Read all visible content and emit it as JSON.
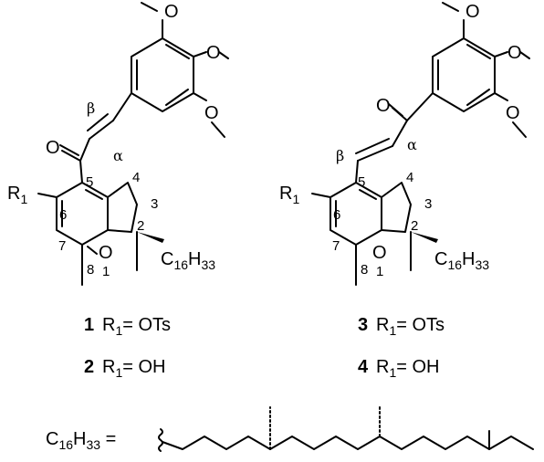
{
  "figure": {
    "bg_color": "#ffffff",
    "line_color": "#000000"
  },
  "labels": {
    "O": "O",
    "C16H33": "C16H33",
    "R1": "R1",
    "alpha": "α",
    "beta": "β",
    "pos1": "1",
    "pos2": "2",
    "pos3": "3",
    "pos4": "4",
    "pos5": "5",
    "pos6": "6",
    "pos7": "7",
    "pos8": "8"
  },
  "compounds": [
    {
      "number": "1",
      "r1_label": "R1=",
      "r1_value": "OTs"
    },
    {
      "number": "2",
      "r1_label": "R1=",
      "r1_value": "OH"
    },
    {
      "number": "3",
      "r1_label": "R1=",
      "r1_value": "OTs"
    },
    {
      "number": "4",
      "r1_label": "R1=",
      "r1_value": "OH"
    }
  ],
  "side_chain": {
    "lhs": "C16H33 ="
  }
}
